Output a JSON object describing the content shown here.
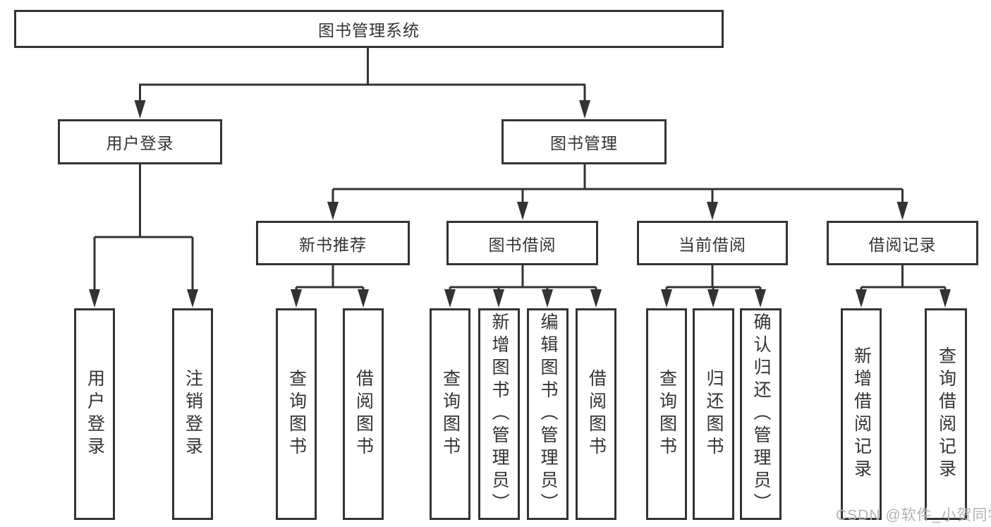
{
  "diagram_type": "hierarchy-tree",
  "colors": {
    "line": "#333333",
    "box_border": "#333333",
    "box_fill": "#ffffff",
    "text": "#333333",
    "background": "#ffffff",
    "watermark": "#b3b3b3"
  },
  "tree": {
    "label": "图书管理系统",
    "children": [
      {
        "label": "用户登录",
        "children": [
          {
            "label": "用户登录"
          },
          {
            "label": "注销登录"
          }
        ]
      },
      {
        "label": "图书管理",
        "children": [
          {
            "label": "新书推荐",
            "children": [
              {
                "label": "查询图书"
              },
              {
                "label": "借阅图书"
              }
            ]
          },
          {
            "label": "图书借阅",
            "children": [
              {
                "label": "查询图书"
              },
              {
                "label": "新增图书（管理员）"
              },
              {
                "label": "编辑图书（管理员）"
              },
              {
                "label": "借阅图书"
              }
            ]
          },
          {
            "label": "当前借阅",
            "children": [
              {
                "label": "查询图书"
              },
              {
                "label": "归还图书"
              },
              {
                "label": "确认归还（管理员）"
              }
            ]
          },
          {
            "label": "借阅记录",
            "children": [
              {
                "label": "新增借阅记录"
              },
              {
                "label": "查询借阅记录"
              }
            ]
          }
        ]
      }
    ]
  },
  "watermark": "CSDN @软件_小贺同学"
}
